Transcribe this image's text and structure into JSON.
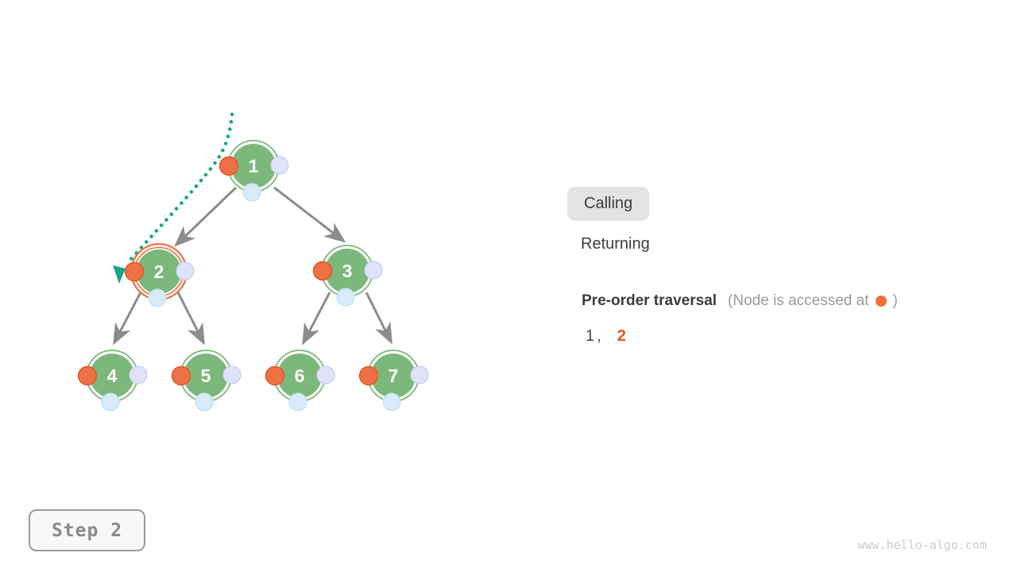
{
  "tree": {
    "nodes": [
      {
        "label": "1"
      },
      {
        "label": "2"
      },
      {
        "label": "3"
      },
      {
        "label": "4"
      },
      {
        "label": "5"
      },
      {
        "label": "6"
      },
      {
        "label": "7"
      }
    ],
    "current_node": "2",
    "edges": [
      "1-2",
      "1-3",
      "2-4",
      "2-5",
      "3-6",
      "3-7"
    ]
  },
  "legend": {
    "calling_label": "Calling",
    "returning_label": "Returning",
    "active": "Calling"
  },
  "traversal": {
    "title": "Pre-order traversal",
    "note_prefix": "(Node is accessed at",
    "note_suffix": ")"
  },
  "sequence": {
    "items": [
      {
        "value": "1",
        "state": "visited"
      },
      {
        "value": ",",
        "state": "separator"
      },
      {
        "value": "2",
        "state": "current"
      }
    ]
  },
  "step": {
    "label": "Step 2"
  },
  "watermark": "www.hello-algo.com",
  "colors": {
    "node_green": "#7cb77b",
    "access_dot_orange": "#ee7146",
    "current_ring_orange": "#ed6f3f",
    "right_dot_lavender": "#e0e2f8",
    "bottom_dot_blue": "#d7ebf8",
    "path_teal": "#17a689",
    "edge_gray": "#8c8c8c",
    "sequence_current_orange": "#e2571a"
  }
}
